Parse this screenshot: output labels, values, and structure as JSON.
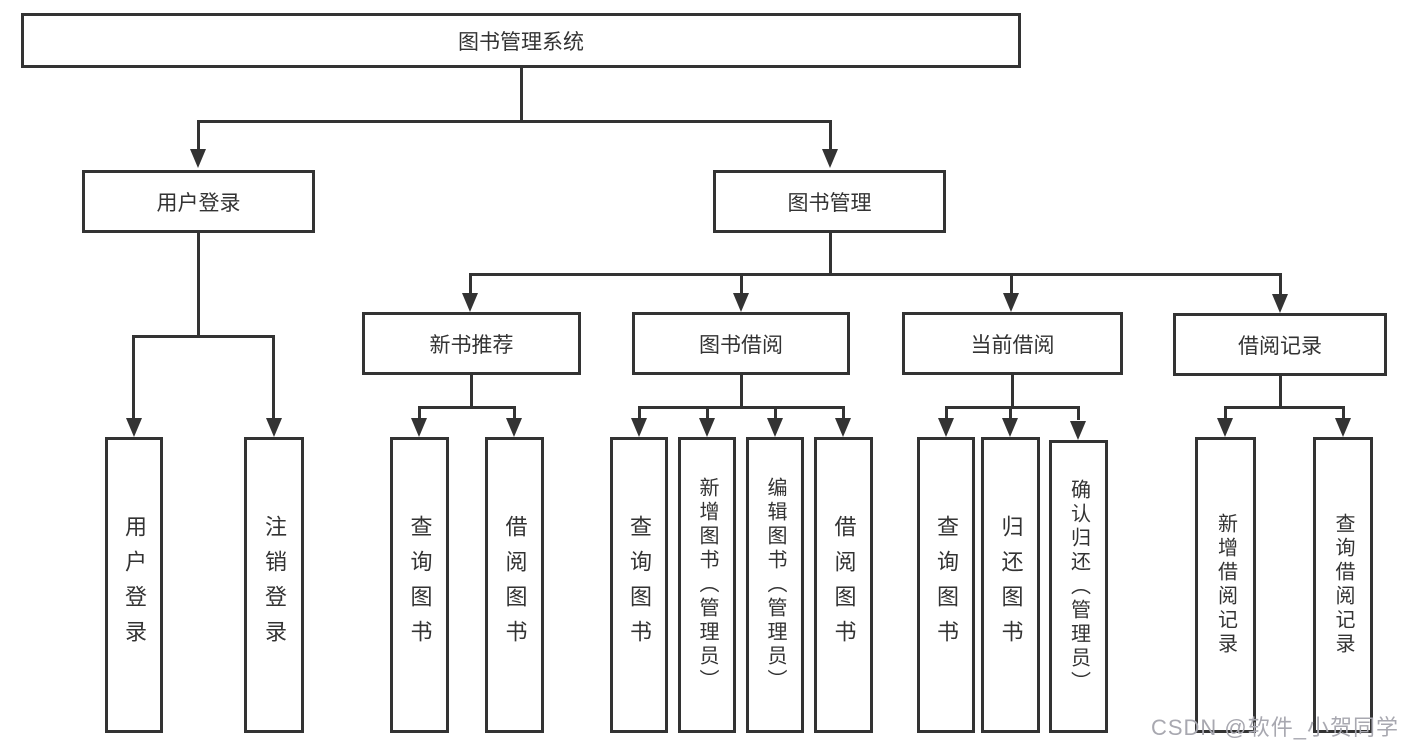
{
  "tree": {
    "label": "图书管理系统",
    "children": [
      {
        "label": "用户登录",
        "children": [
          {
            "label": "用户登录"
          },
          {
            "label": "注销登录"
          }
        ]
      },
      {
        "label": "图书管理",
        "children": [
          {
            "label": "新书推荐",
            "children": [
              {
                "label": "查询图书"
              },
              {
                "label": "借阅图书"
              }
            ]
          },
          {
            "label": "图书借阅",
            "children": [
              {
                "label": "查询图书"
              },
              {
                "label": "新增图书（管理员）"
              },
              {
                "label": "编辑图书（管理员）"
              },
              {
                "label": "借阅图书"
              }
            ]
          },
          {
            "label": "当前借阅",
            "children": [
              {
                "label": "查询图书"
              },
              {
                "label": "归还图书"
              },
              {
                "label": "确认归还（管理员）"
              }
            ]
          },
          {
            "label": "借阅记录",
            "children": [
              {
                "label": "新增借阅记录"
              },
              {
                "label": "查询借阅记录"
              }
            ]
          }
        ]
      }
    ]
  },
  "watermark": "CSDN @软件_小贺同学",
  "colors": {
    "line": "#333333",
    "box_background": "#ffffff",
    "watermark": "#a8a8b0"
  }
}
